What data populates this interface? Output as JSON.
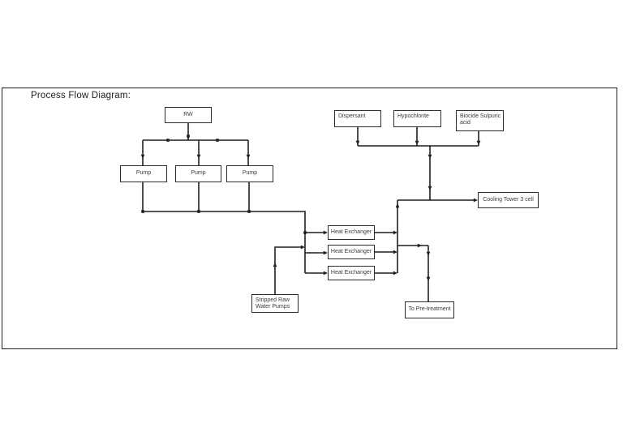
{
  "title": "Process Flow Diagram:",
  "nodes": {
    "rw": {
      "label": "RW"
    },
    "pump_1": {
      "label": "Pump"
    },
    "pump_2": {
      "label": "Pump"
    },
    "pump_3": {
      "label": "Pump"
    },
    "dispersant": {
      "label": "Dispersant"
    },
    "hypochlorite": {
      "label": "Hypochlorite"
    },
    "biocide_sulpuric_acid": {
      "lines": [
        "Biocide Sulpuric",
        "acid"
      ]
    },
    "cooling_tower": {
      "label": "Cooling Tower 3 cell"
    },
    "heat_exchanger_1": {
      "label": "Heat Exchanger"
    },
    "heat_exchanger_2": {
      "label": "Heat Exchanger"
    },
    "heat_exchanger_3": {
      "label": "Heat Exchanger"
    },
    "stripped_raw_water_pumps": {
      "lines": [
        "Stripped Raw",
        "Water Pumps"
      ]
    },
    "to_pretreatment": {
      "label": "To Pre-treatment"
    }
  },
  "colors": {
    "line": "#1f1f1f",
    "box_border": "#2b2b2b",
    "text": "#3a3a3a",
    "background": "#ffffff"
  }
}
